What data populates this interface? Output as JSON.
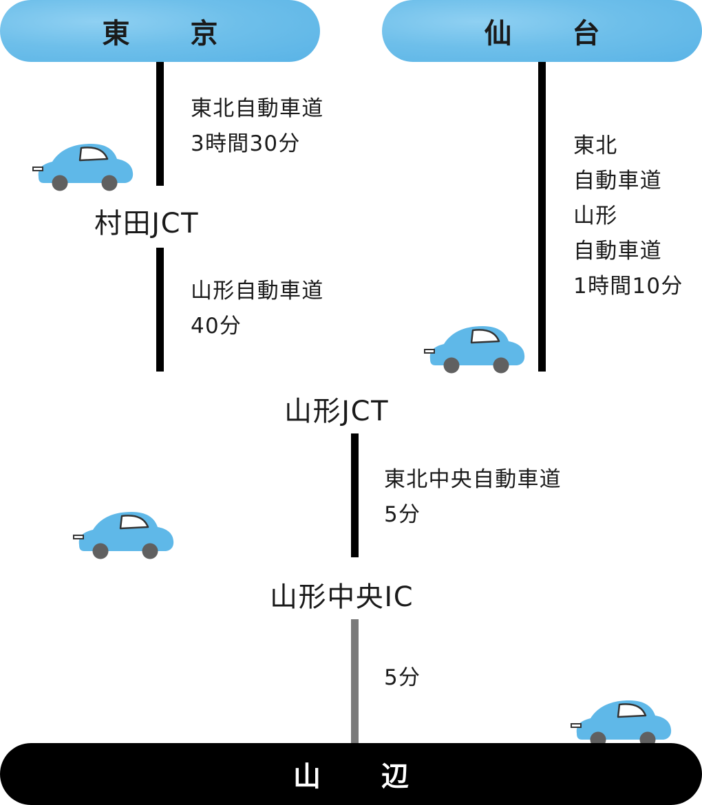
{
  "origins": {
    "tokyo": "東　京",
    "sendai": "仙　台"
  },
  "destination": "山　辺",
  "nodes": {
    "murata": "村田JCT",
    "yamagata_jct": "山形JCT",
    "yamagata_chuo": "山形中央IC"
  },
  "segments": {
    "tokyo_murata": [
      "東北自動車道",
      "3時間30分"
    ],
    "murata_yamagata": [
      "山形自動車道",
      "40分"
    ],
    "sendai_yamagata": [
      "東北",
      "自動車道",
      "山形",
      "自動車道",
      "1時間10分"
    ],
    "jct_chuo": [
      "東北中央自動車道",
      "5分"
    ],
    "chuo_yamanobe": [
      "5分"
    ]
  },
  "colors": {
    "origin_pill": "#6ebfea",
    "car_body": "#5fb8e8",
    "route_line": "#000000",
    "local_road_line": "#7a7a7a",
    "destination_pill": "#000000"
  },
  "icons": [
    "car-icon"
  ]
}
